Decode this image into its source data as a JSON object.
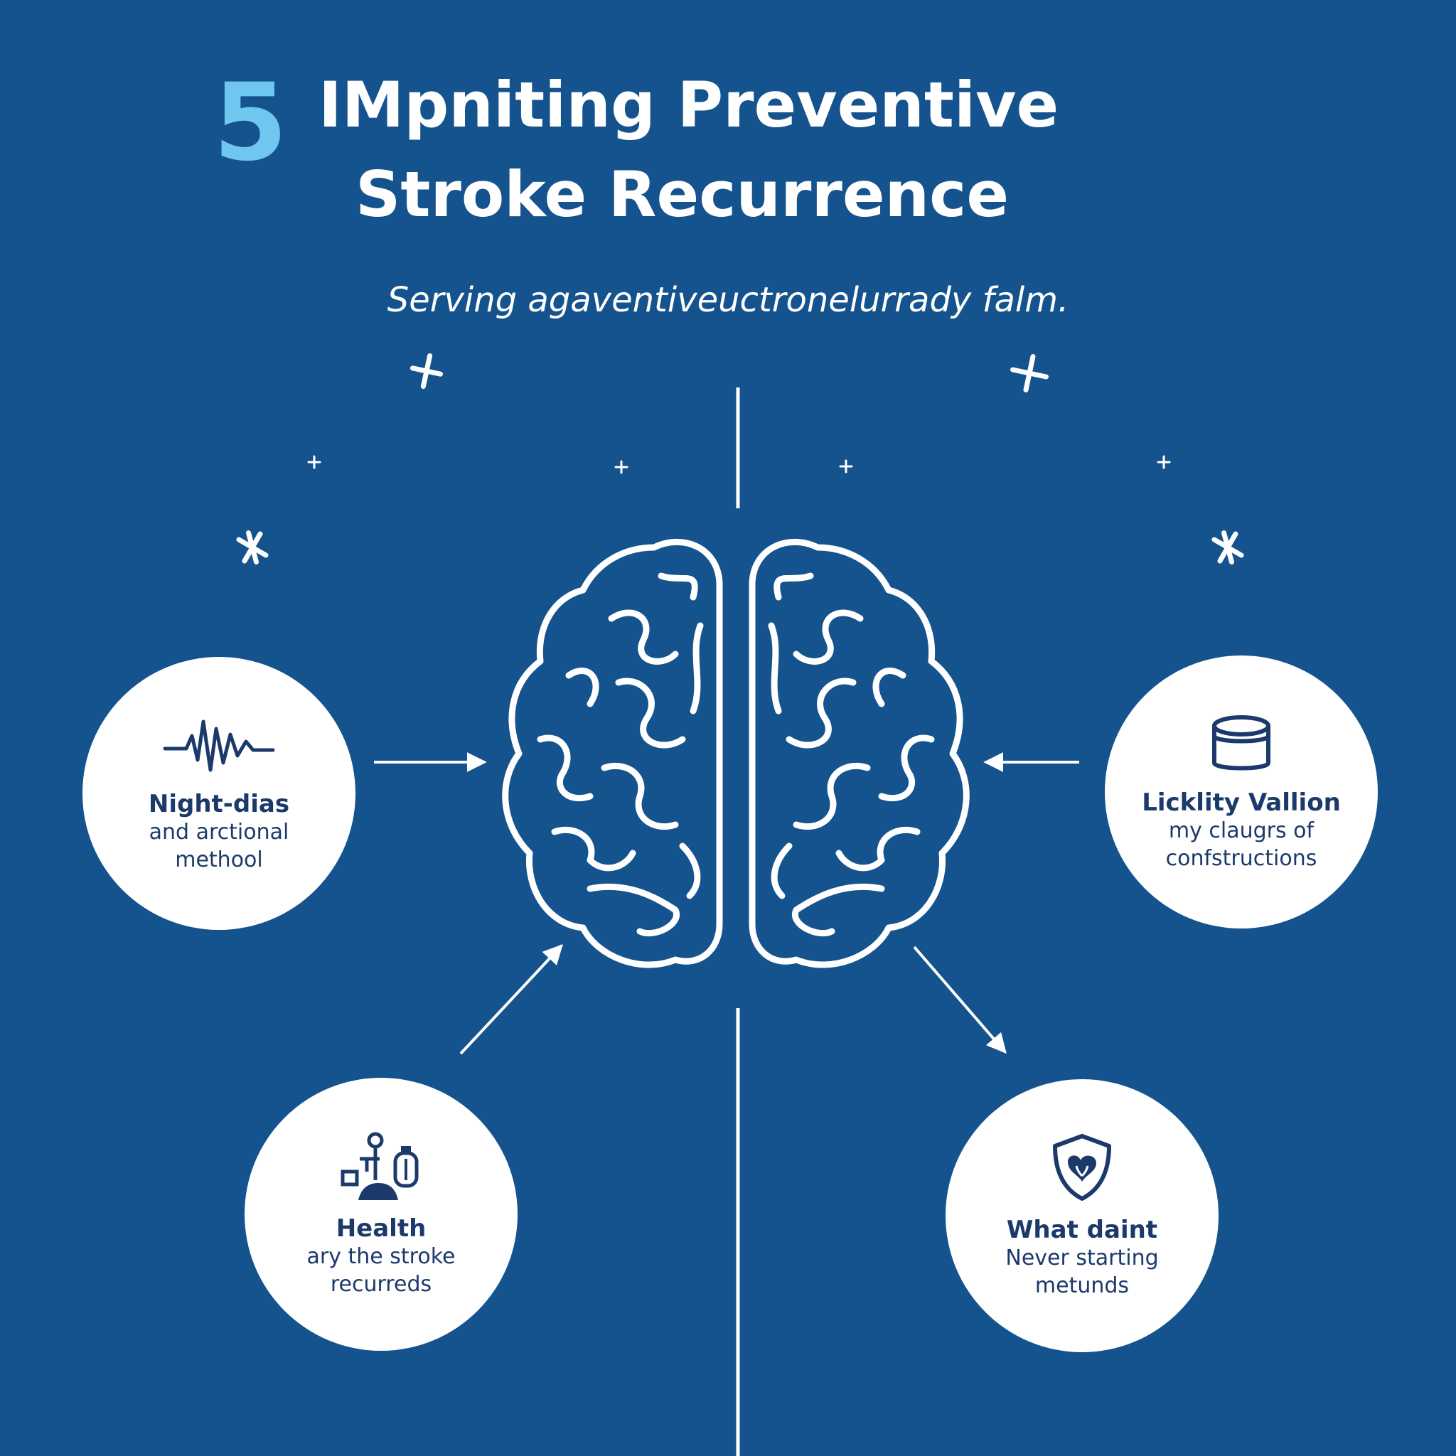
{
  "title": {
    "number": "5",
    "line1": "IMpniting Preventive",
    "line2": "Stroke Recurrence"
  },
  "subtitle": "Serving agaventiveuctronelurrady falm.",
  "colors": {
    "background": "#14538e",
    "accent": "#6fc6ef",
    "card": "#ffffff",
    "card_text": "#1b3a6b"
  },
  "center_icon": "brain-icon",
  "items": [
    {
      "icon": "heartbeat-icon",
      "heading": "Night-dias",
      "lines": [
        "and arctional",
        "methool"
      ]
    },
    {
      "icon": "canister-icon",
      "heading": "Licklity Vallion",
      "lines": [
        "my claugrs of",
        "confstructions"
      ]
    },
    {
      "icon": "medical-equipment-icon",
      "heading": "Health",
      "lines": [
        "ary the stroke",
        "recurreds"
      ]
    },
    {
      "icon": "shield-icon",
      "heading": "What daint",
      "lines": [
        "Never starting",
        "metunds"
      ]
    }
  ]
}
